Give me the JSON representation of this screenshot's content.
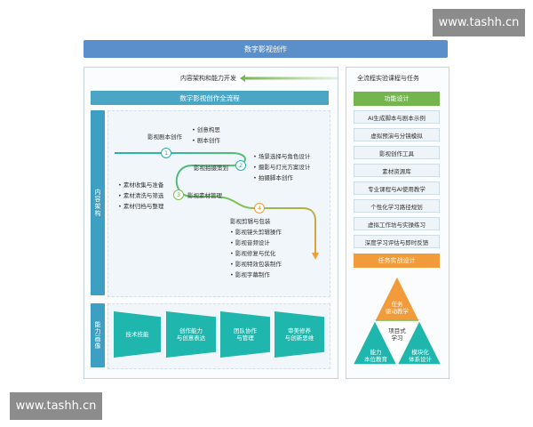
{
  "watermark_top": "www.tashh.cn",
  "watermark_bottom": "www.tashh.cn",
  "title": "数字影视创作",
  "left_caption": "内容架构和能力开发",
  "right_caption": "全流程实验课程与任务",
  "flow_header": "数字影视创作全流程",
  "content_bar": "内容架构",
  "ability_bar": "能力画像",
  "steps": [
    {
      "num": "1",
      "label": "影视剧本创作",
      "items": [
        "创意构思",
        "剧本创作"
      ]
    },
    {
      "num": "2",
      "label": "影视拍摄策划",
      "items": [
        "场景选择与角色设计",
        "摄影与灯光方案设计",
        "拍摄脚本创作"
      ]
    },
    {
      "num": "3",
      "label": "影视素材管理",
      "items": [
        "素材收集与准备",
        "素材清洗与筛选",
        "素材归档与整理"
      ]
    },
    {
      "num": "4",
      "label": "影视剪辑与包装",
      "items": [
        "影视镜头剪辑操作",
        "影视音频设计",
        "影视修复与优化",
        "影视特效包装制作",
        "影视字幕制作"
      ]
    }
  ],
  "abilities": [
    {
      "line1": "技术技能",
      "line2": ""
    },
    {
      "line1": "创作能力",
      "line2": "与创意表达"
    },
    {
      "line1": "团队协作",
      "line2": "与管理"
    },
    {
      "line1": "审美修养",
      "line2": "与创新思维"
    }
  ],
  "function_header": "功能设计",
  "functions": [
    "AI生成脚本与剧本示例",
    "虚拟预演与分镜模拟",
    "影视创作工具",
    "素材资源库",
    "专业课程与AI使用教学",
    "个性化学习路径规划",
    "虚拟工作坊与实操练习",
    "深度学习评估与即时反馈"
  ],
  "task_header": "任务实战设计",
  "triangle": {
    "top": [
      "任务",
      "驱动教学"
    ],
    "center": [
      "项目式",
      "学习"
    ],
    "left": [
      "能力",
      "本位教育"
    ],
    "right": [
      "模块化",
      "体系设计"
    ]
  },
  "colors": {
    "banner": "#5b8fc9",
    "teal": "#1fb7ad",
    "green": "#74b54d",
    "orange": "#f29b3a",
    "blue_bar": "#3d9fc2"
  }
}
